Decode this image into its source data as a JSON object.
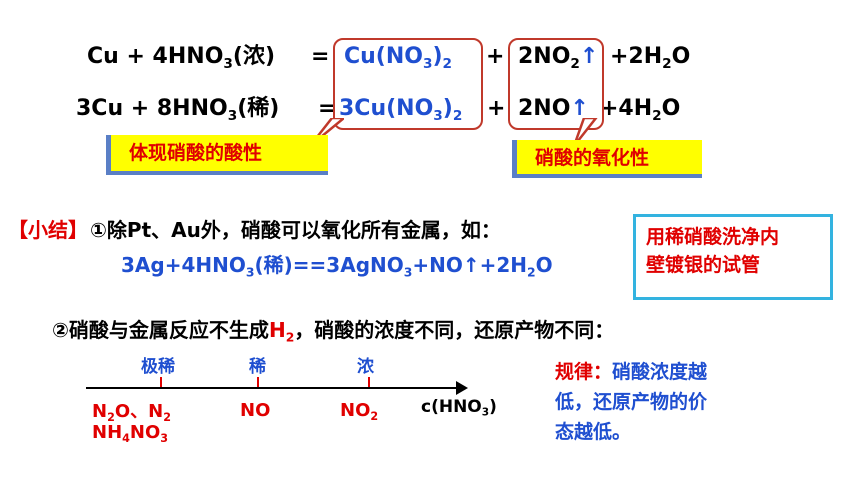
{
  "equations": {
    "eq1": {
      "left": "Cu + 4HNO",
      "left_sub": "3",
      "left_tail": "(浓)",
      "equals": "=",
      "salt": "Cu(NO",
      "salt_sub": "3",
      "salt_close": ")",
      "salt_sub2": "2",
      "plus1": "+",
      "gas": "2NO",
      "gas_sub": "2",
      "gas_arrow": "↑",
      "water": "+2H",
      "water_sub": "2",
      "water_tail": "O"
    },
    "eq2": {
      "left": "3Cu + 8HNO",
      "left_sub": "3",
      "left_tail": "(稀)",
      "equals": "=",
      "salt": "3Cu(NO",
      "salt_sub": "3",
      "salt_close": ")",
      "salt_sub2": "2",
      "plus1": "+",
      "gas": "2NO",
      "gas_arrow": "↑",
      "water": "+4H",
      "water_sub": "2",
      "water_tail": "O"
    }
  },
  "labels": {
    "acidity": "体现硝酸的酸性",
    "oxidizing": "硝酸的氧化性"
  },
  "summary": {
    "tag": "【小结】",
    "point1": "①除Pt、Au外，硝酸可以氧化所有金属，如：",
    "eq_a": "3Ag+4HNO",
    "eq_a_sub": "3",
    "eq_b": "(稀)==3AgNO",
    "eq_b_sub": "3",
    "eq_c": "+NO↑+2H",
    "eq_c_sub": "2",
    "eq_d": "O",
    "note_line1": "用稀硝酸洗净内",
    "note_line2": "壁镀银的试管",
    "point2_a": "②硝酸与金属反应不生成",
    "point2_h": "H",
    "point2_h_sub": "2",
    "point2_b": "，硝酸的浓度不同，还原产物不同："
  },
  "axis": {
    "labels": [
      "极稀",
      "稀",
      "浓"
    ],
    "x_label": "c(HNO",
    "x_label_sub": "3",
    "x_label_tail": ")",
    "prod1_a": "N",
    "prod1_a_sub": "2",
    "prod1_b": "O、N",
    "prod1_b_sub": "2",
    "prod1_c": "NH",
    "prod1_c_sub": "4",
    "prod1_d": "NO",
    "prod1_d_sub": "3",
    "prod2": "NO",
    "prod3": "NO",
    "prod3_sub": "2"
  },
  "law": {
    "line1_key": "规律：",
    "line1_rest": "硝酸浓度越",
    "line2": "低，还原产物的价",
    "line3": "态越低。"
  },
  "colors": {
    "accent_red": "#e00000",
    "blue": "#1f4fd0",
    "highlight": "#ffff00",
    "box_red": "#c0392b",
    "cyan": "#33b3e0"
  }
}
